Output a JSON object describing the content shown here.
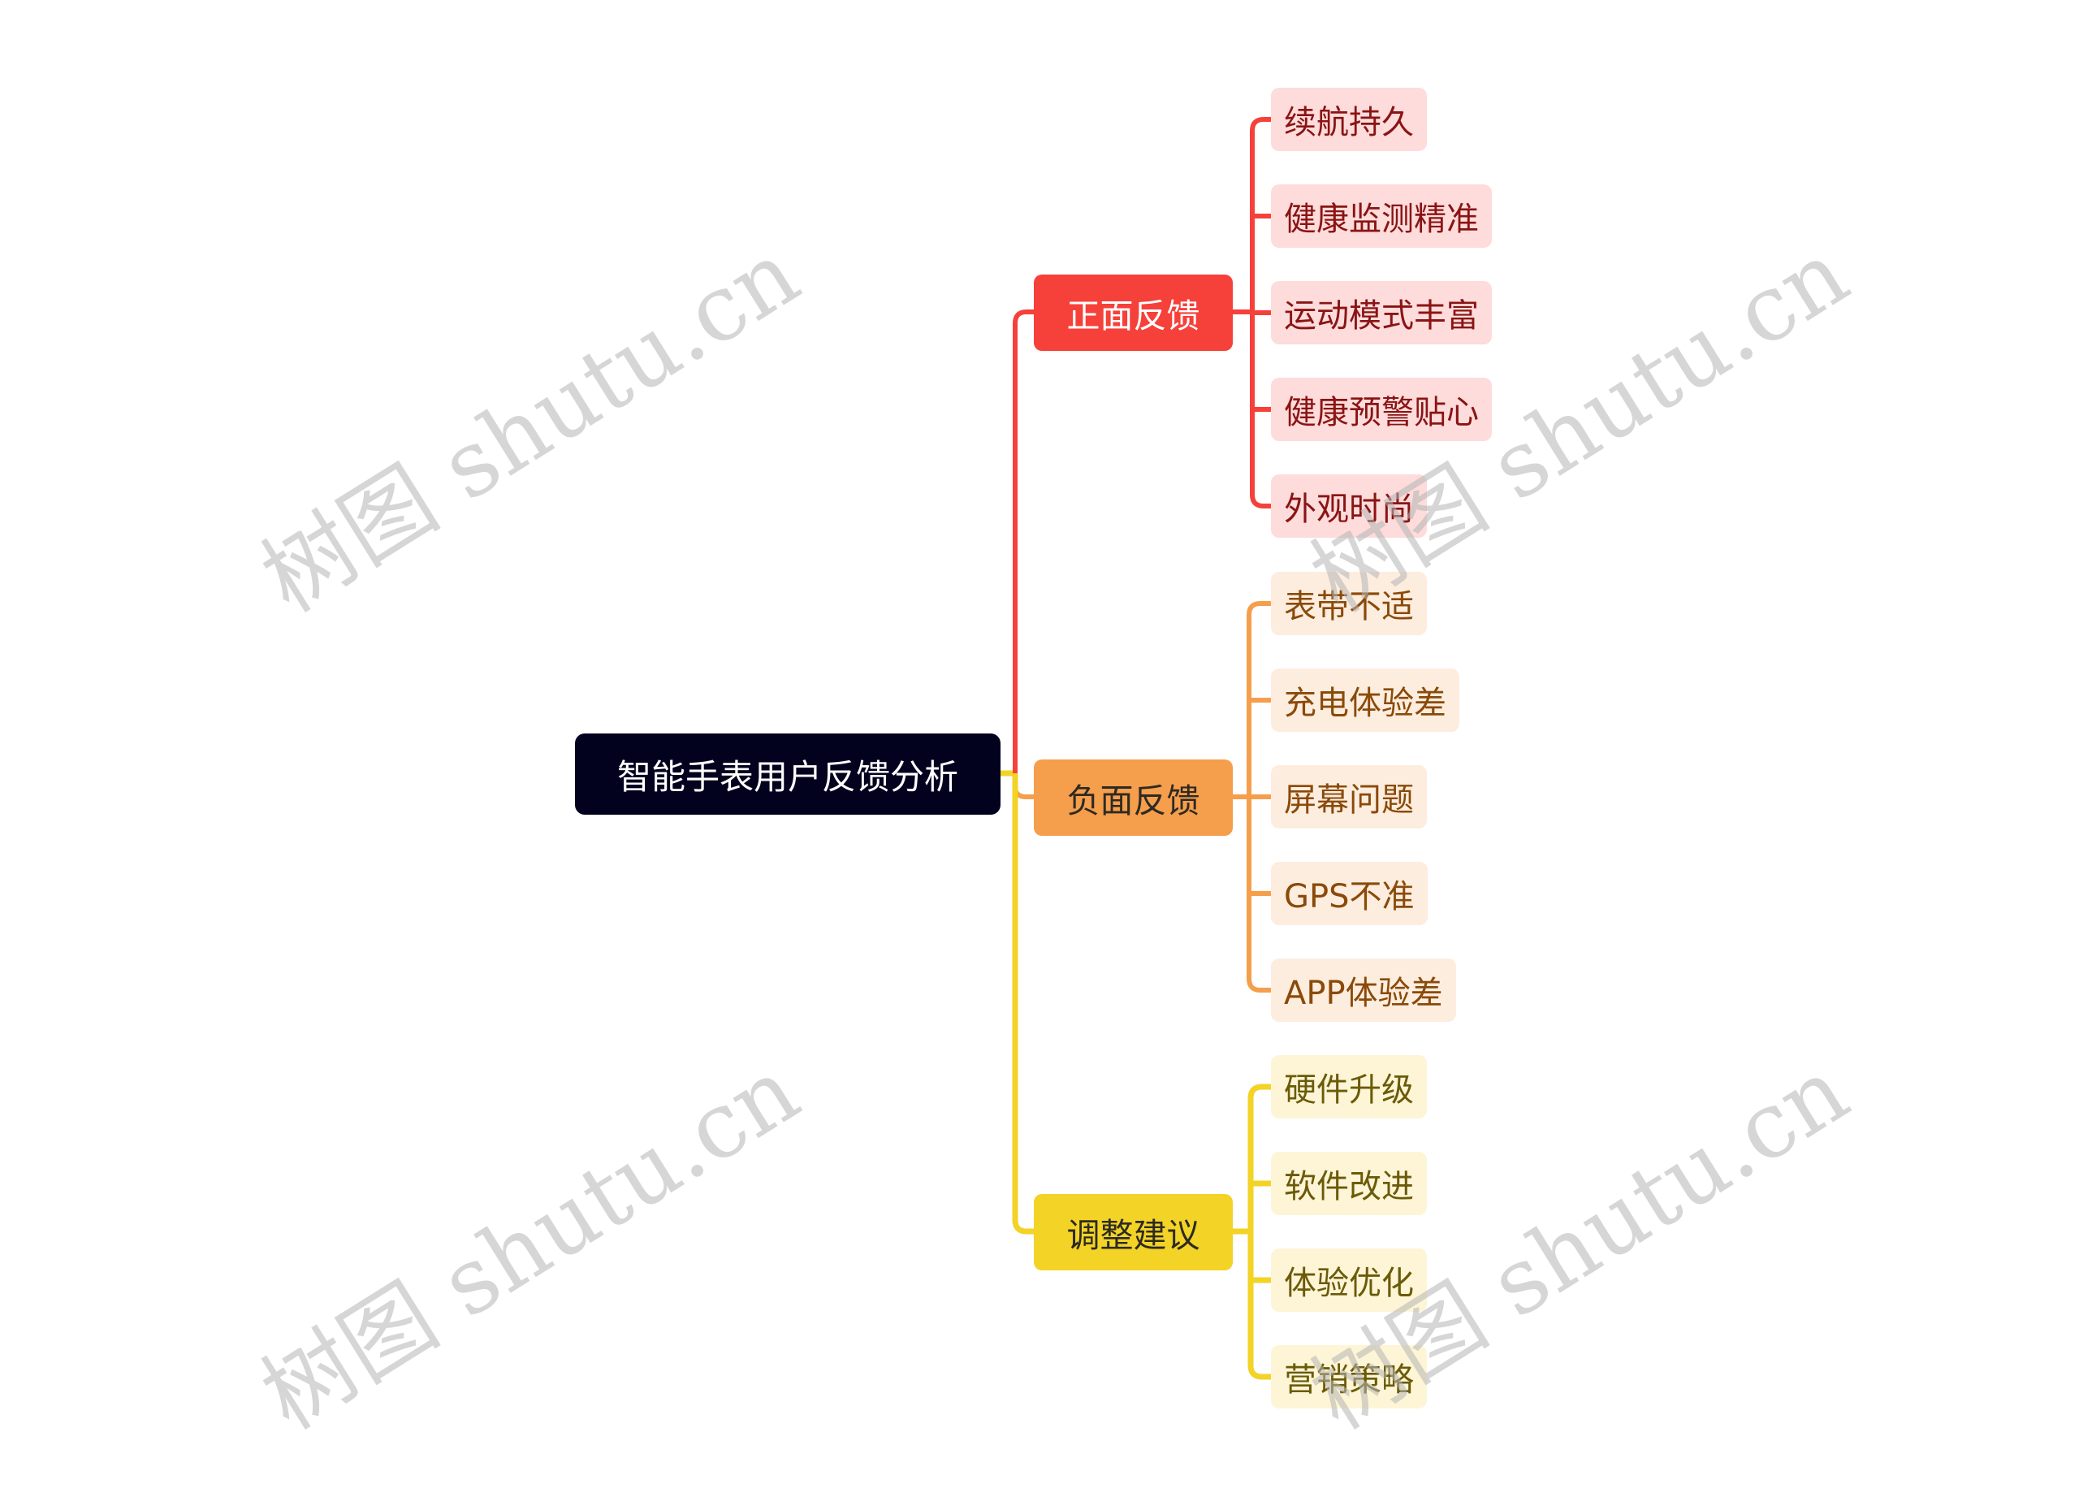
{
  "root": {
    "label": "智能手表用户反馈分析",
    "bg": "#02021f"
  },
  "branches": [
    {
      "label": "正面反馈",
      "color": "#f6403a",
      "children": [
        "续航持久",
        "健康监测精准",
        "运动模式丰富",
        "健康预警贴心",
        "外观时尚"
      ]
    },
    {
      "label": "负面反馈",
      "color": "#f59e4c",
      "children": [
        "表带不适",
        "充电体验差",
        "屏幕问题",
        "GPS不准",
        "APP体验差"
      ]
    },
    {
      "label": "调整建议",
      "color": "#f2d326",
      "children": [
        "硬件升级",
        "软件改进",
        "体验优化",
        "营销策略"
      ]
    }
  ],
  "watermark": {
    "text": "树图 shutu.cn"
  }
}
